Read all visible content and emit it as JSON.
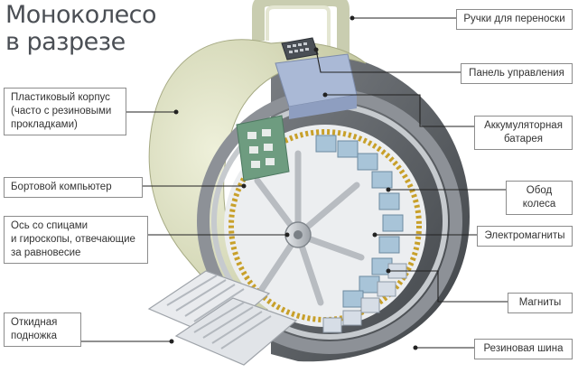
{
  "title": "Моноколесо\nв разрезе",
  "labels": {
    "handles": "Ручки для переноски",
    "control_panel": "Панель управления",
    "body": "Пластиковый корпус\n(часто с резиновыми\nпрокладками)",
    "battery": "Аккумуляторная\nбатарея",
    "computer": "Бортовой компьютер",
    "rim": "Обод колеса",
    "axle": "Ось со спицами\nи гироскопы, отвечающие\nза равновесие",
    "electromagnets": "Электромагниты",
    "magnets": "Магниты",
    "footrest": "Откидная\nподножка",
    "tire": "Резиновая шина"
  },
  "colors": {
    "shell": "#d9dcbc",
    "shell_inner": "#c2c69e",
    "tire": "#5e6266",
    "rim": "#9ea2a8",
    "metal": "#c4c8cd",
    "electromagnet": "#a8c4d8",
    "magnet": "#d6dde6",
    "copper": "#c8a02a",
    "board": "#6e9c80",
    "battery": "#aab9d6",
    "line": "#222222",
    "label_border": "#8c8c8c",
    "title": "#4b4f55"
  }
}
